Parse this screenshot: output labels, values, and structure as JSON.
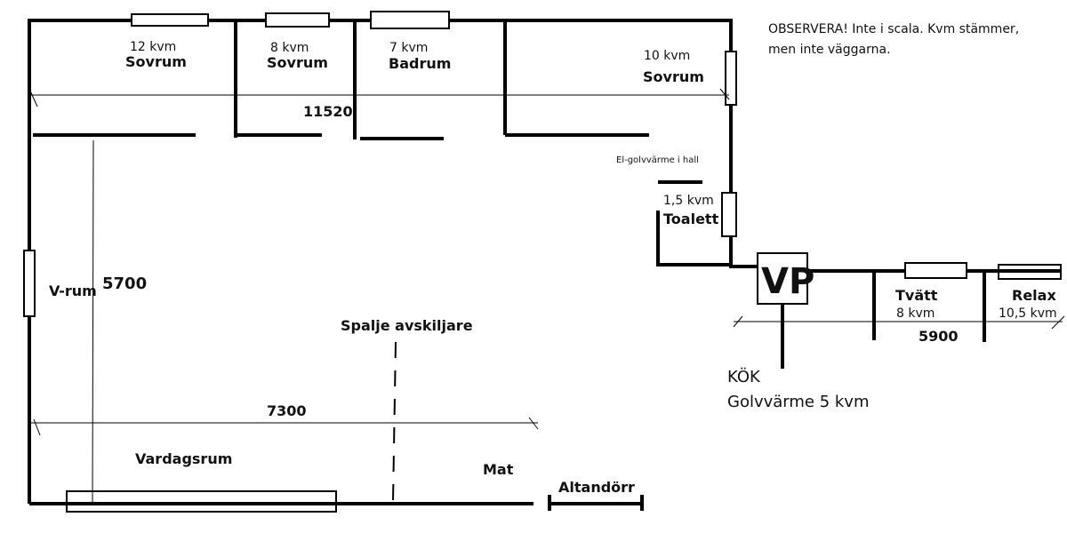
{
  "note": {
    "line1": "OBSERVERA! Inte i scala. Kvm stämmer,",
    "line2": "men inte väggarna."
  },
  "rooms": [
    {
      "area": "12 kvm",
      "name": "Sovrum"
    },
    {
      "area": "8 kvm",
      "name": "Sovrum"
    },
    {
      "area": "7 kvm",
      "name": "Badrum"
    },
    {
      "area": "10 kvm",
      "name": "Sovrum"
    },
    {
      "area": "1,5 kvm",
      "name": "Toalett"
    },
    {
      "area": "8 kvm",
      "name": "Tvätt"
    },
    {
      "area": "10,5 kvm",
      "name": "Relax"
    }
  ],
  "hall_note": "El-golvvärme i hall",
  "vp_label": "VP",
  "kitchen": {
    "name": "KÖK",
    "floor_heating": "Golvvärme 5 kvm"
  },
  "labels": {
    "vrum": "V-rum",
    "spalje": "Spalje avskiljare",
    "vardagsrum": "Vardagsrum",
    "mat": "Mat",
    "altandorr": "Altandörr"
  },
  "dimensions": {
    "top": "11520",
    "left": "5700",
    "living": "7300",
    "right_wing": "5900"
  }
}
